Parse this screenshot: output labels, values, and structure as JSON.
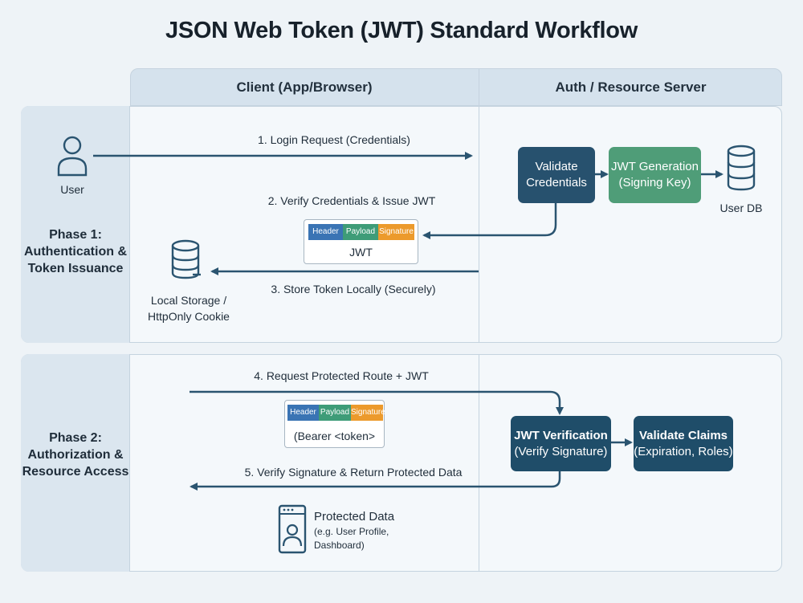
{
  "title": "JSON Web Token (JWT) Standard Workflow",
  "columns": {
    "client": "Client (App/Browser)",
    "server": "Auth / Resource Server"
  },
  "phase1": {
    "label_line1": "Phase 1:",
    "label_line2": "Authentication &",
    "label_line3": "Token Issuance",
    "user_label": "User",
    "step1": "1. Login Request (Credentials)",
    "step2": "2. Verify Credentials & Issue JWT",
    "step3": "3. Store Token Locally (Securely)",
    "validate_line1": "Validate",
    "validate_line2": "Credentials",
    "jwtgen_line1": "JWT Generation",
    "jwtgen_line2": "(Signing Key)",
    "userdb_label": "User DB",
    "token_caption": "JWT",
    "storage_line1": "Local Storage /",
    "storage_line2": "HttpOnly Cookie"
  },
  "phase2": {
    "label_line1": "Phase 2:",
    "label_line2": "Authorization &",
    "label_line3": "Resource Access",
    "step4": "4. Request Protected Route + JWT",
    "step5": "5. Verify Signature & Return Protected Data",
    "token_caption": "(Bearer <token>",
    "verify_line1": "JWT Verification",
    "verify_line2": "(Verify Signature)",
    "claims_line1": "Validate Claims",
    "claims_line2": "(Expiration, Roles)",
    "protected_line1": "Protected Data",
    "protected_line2": "(e.g. User Profile,",
    "protected_line3": "Dashboard)"
  },
  "token_parts": {
    "header": "Header",
    "payload": "Payload",
    "signature": "Signature"
  },
  "colors": {
    "navy": "#27516e",
    "green": "#4f9d78",
    "header": "#3a74b4",
    "payload": "#3e9c78",
    "signature": "#ec9a2c",
    "arrow": "#2a5470"
  }
}
